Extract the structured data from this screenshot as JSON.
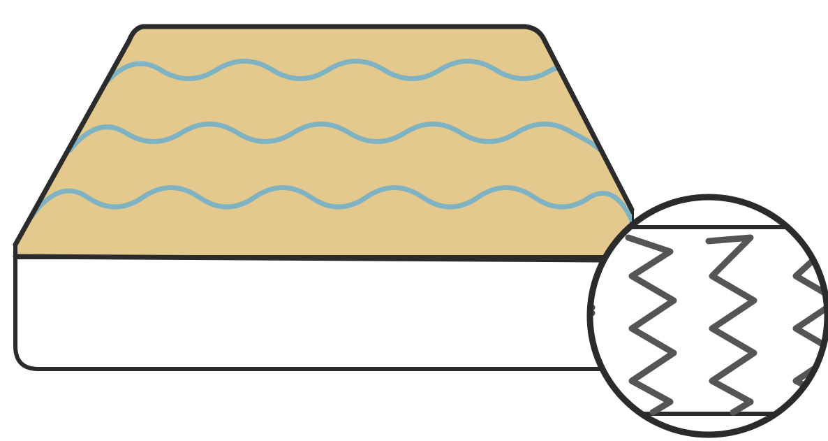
{
  "illustration": {
    "subject": "mattress-with-spring-coil-detail",
    "colors": {
      "background": "#ffffff",
      "comfort_layer_fill": "#e3c98e",
      "wave_line": "#7fb2c2",
      "outline": "#2b2b2b",
      "mattress_body_fill": "#ffffff",
      "coil": "#555555",
      "magnifier_fill": "#ffffff"
    },
    "comfort_layer": {
      "wave_lines": 3
    },
    "magnifier": {
      "coil_columns_visible": 3,
      "coil_turns_per_spring": 3
    }
  }
}
